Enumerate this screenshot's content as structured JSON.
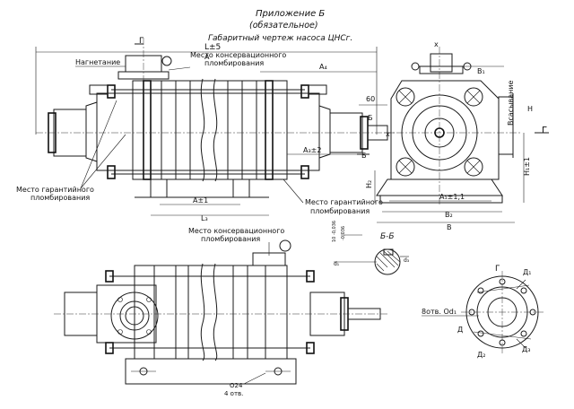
{
  "header": {
    "line1": "Приложение Б",
    "line2": "(обязательное)",
    "line3": "Габаритный чертеж насоса ЦНСг."
  },
  "labels": {
    "G_top": "Г",
    "L_total": "L±5",
    "A": "A",
    "nagnetanie": "Нагнетание",
    "seal_top_1": "Место консервационного",
    "seal_top_2": "пломбирования",
    "A4": "A₄",
    "dim_60": "60",
    "B_small": "Б",
    "B_small2": "Б",
    "A3": "A₃±2",
    "seal_left_1": "Место гарантийного",
    "seal_left_2": "пломбирования",
    "A_pm1": "A±1",
    "L3": "L₃",
    "seal_right_1": "Место гарантийного",
    "seal_right_2": "пломбирования",
    "x_top": "x",
    "x_left": "x",
    "B1": "B₁",
    "vsasyvanie": "Всасывание",
    "H": "H",
    "G_right": "Г",
    "H1": "H₁±1",
    "H2": "H₂",
    "A1": "A₁±1,1",
    "B2": "B₂",
    "B": "B",
    "seal_bottom_1": "Место консервационного",
    "seal_bottom_2": "пломбирования",
    "section": "Б-Б",
    "tol_1": "10  -0,036",
    "tol_2": "-0,036",
    "tol_3": "d₁",
    "shaft_dim": "d₃",
    "G_flange": "Г",
    "D1": "Д₁",
    "holes": "8отв. Od₁",
    "D_flange": "Д",
    "D2": "Д₂",
    "D3": "Д₃",
    "hole_dia": "O24",
    "holes4": "4 отв."
  }
}
